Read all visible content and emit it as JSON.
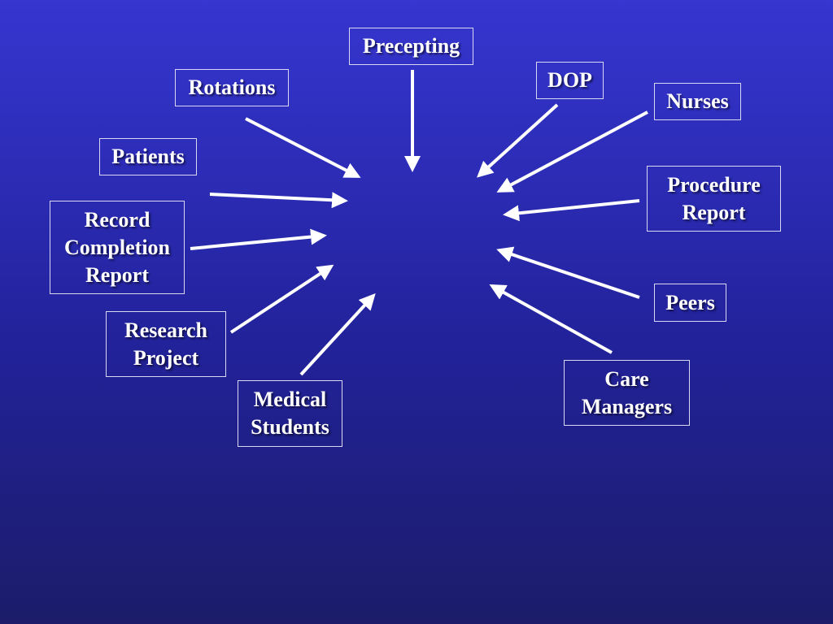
{
  "diagram": {
    "colors": {
      "arrow": "#ffffff",
      "box_border": "#d8d8f0",
      "text": "#ffffff"
    },
    "sources": [
      {
        "id": "precepting",
        "lines": [
          "Precepting"
        ]
      },
      {
        "id": "dop",
        "lines": [
          "DOP"
        ]
      },
      {
        "id": "rotations",
        "lines": [
          "Rotations"
        ]
      },
      {
        "id": "nurses",
        "lines": [
          "Nurses"
        ]
      },
      {
        "id": "patients",
        "lines": [
          "Patients"
        ]
      },
      {
        "id": "procedure-report",
        "lines": [
          "Procedure",
          "Report"
        ]
      },
      {
        "id": "record-completion-report",
        "lines": [
          "Record",
          "Completion",
          "Report"
        ]
      },
      {
        "id": "peers",
        "lines": [
          "Peers"
        ]
      },
      {
        "id": "research-project",
        "lines": [
          "Research",
          "Project"
        ]
      },
      {
        "id": "care-managers",
        "lines": [
          "Care",
          "Managers"
        ]
      },
      {
        "id": "medical-students",
        "lines": [
          "Medical",
          "Students"
        ]
      }
    ]
  }
}
